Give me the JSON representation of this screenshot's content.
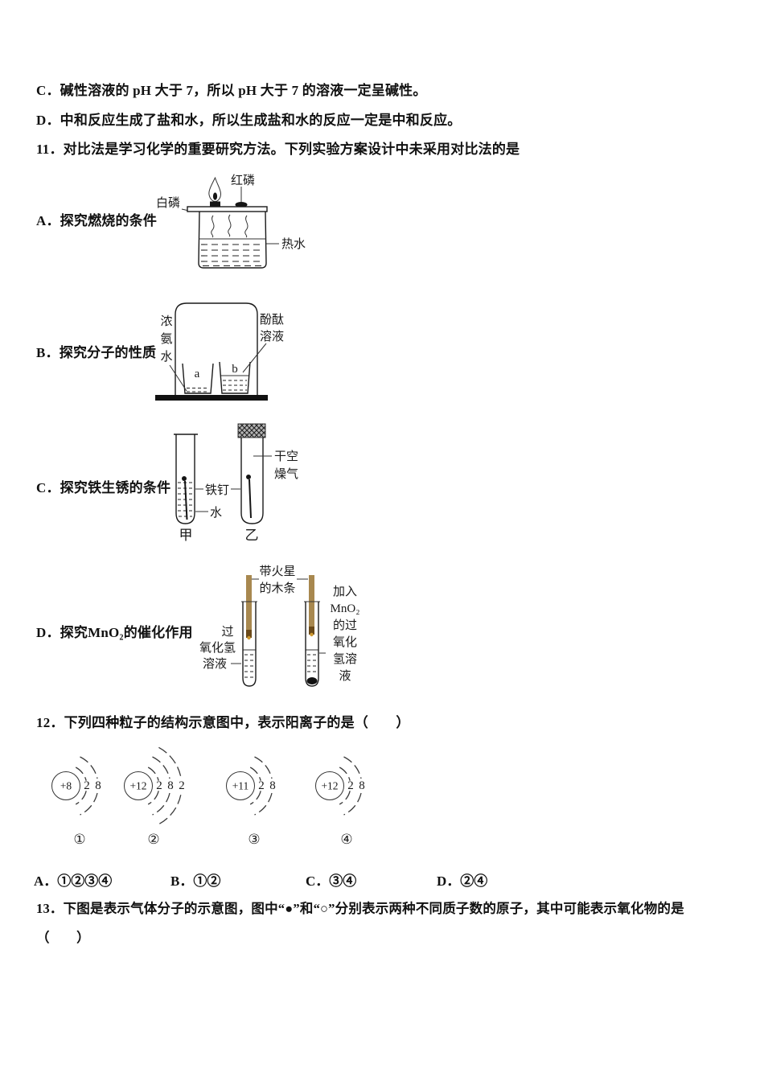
{
  "text": {
    "option_c": "C．碱性溶液的 pH 大于 7，所以 pH 大于 7 的溶液一定呈碱性。",
    "option_d": "D．中和反应生成了盐和水，所以生成盐和水的反应一定是中和反应。",
    "q11": "11．对比法是学习化学的重要研究方法。下列实验方案设计中未采用对比法的是",
    "q12": "12．下列四种粒子的结构示意图中，表示阳离子的是（　　）",
    "q13_line1": "13．下图是表示气体分子的示意图，图中“●”和“○”分别表示两种不同质子数的原子，其中可能表示氧化物的是",
    "q13_line2": "（　　）"
  },
  "experiments": {
    "a": {
      "title": "A．探究燃烧的条件",
      "labels": {
        "red_phosphorus": "红磷",
        "white_phosphorus": "白磷",
        "hot_water": "热水"
      }
    },
    "b": {
      "title": "B．探究分子的性质",
      "labels": {
        "ammonia_1": "浓",
        "ammonia_2": "氨",
        "ammonia_3": "水",
        "phenolphthalein_1": "酚酞",
        "phenolphthalein_2": "溶液",
        "beaker_a": "a",
        "beaker_b": "b"
      }
    },
    "c": {
      "title": "C．探究铁生锈的条件",
      "labels": {
        "dry_air_1": "干空",
        "dry_air_2": "燥气",
        "iron_nail": "铁钉",
        "water": "水",
        "tube_left": "甲",
        "tube_right": "乙"
      }
    },
    "d": {
      "title": "D．探究MnO₂的催化作用",
      "labels": {
        "splint_1": "带火星",
        "splint_2": "的木条",
        "h2o2_1": "过",
        "h2o2_2": "氧化氢",
        "h2o2_3": "溶液",
        "mno2_1": "加入",
        "mno2_2": "MnO₂",
        "mno2_3": "的过",
        "mno2_4": "氧化",
        "mno2_5": "氢溶",
        "mno2_6": "液"
      }
    }
  },
  "q12_particles": [
    {
      "nucleus": "+8",
      "shell_1": "2",
      "shell_2": "8",
      "label": "①"
    },
    {
      "nucleus": "+12",
      "shell_1": "2",
      "shell_2": "8",
      "shell_3": "2",
      "label": "②"
    },
    {
      "nucleus": "+11",
      "shell_1": "2",
      "shell_2": "8",
      "label": "③"
    },
    {
      "nucleus": "+12",
      "shell_1": "2",
      "shell_2": "8",
      "label": "④"
    }
  ],
  "q12_options": [
    {
      "key": "A．",
      "value": "①②③④"
    },
    {
      "key": "B．",
      "value": "①②"
    },
    {
      "key": "C．",
      "value": "③④"
    },
    {
      "key": "D．",
      "value": "②④"
    }
  ],
  "colors": {
    "splint": "#a8884f",
    "splint_tip": "#6b4a1a",
    "label_blue": "#3f5fa8",
    "ink": "#1a1a1a"
  }
}
